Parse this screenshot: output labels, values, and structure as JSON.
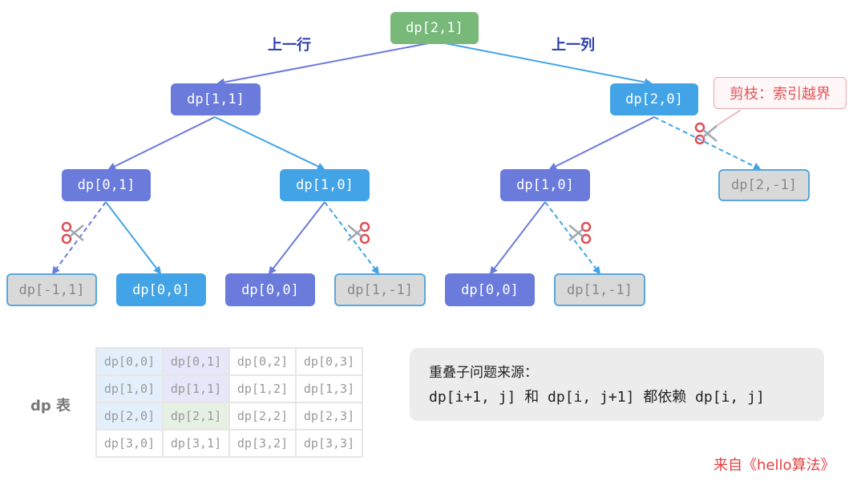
{
  "edge_labels": {
    "up_row": "上一行",
    "left_col": "上一列"
  },
  "nodes": {
    "root": "dp[2,1]",
    "l1a": "dp[1,1]",
    "l1b": "dp[2,0]",
    "l2a": "dp[0,1]",
    "l2b": "dp[1,0]",
    "l2c": "dp[1,0]",
    "l2d": "dp[2,-1]",
    "l3a": "dp[-1,1]",
    "l3b": "dp[0,0]",
    "l3c": "dp[0,0]",
    "l3d": "dp[1,-1]",
    "l3e": "dp[0,0]",
    "l3f": "dp[1,-1]"
  },
  "prune_label": "剪枝：索引越界",
  "table": {
    "label": "dp 表",
    "rows": [
      [
        "dp[0,0]",
        "dp[0,1]",
        "dp[0,2]",
        "dp[0,3]"
      ],
      [
        "dp[1,0]",
        "dp[1,1]",
        "dp[1,2]",
        "dp[1,3]"
      ],
      [
        "dp[2,0]",
        "dp[2,1]",
        "dp[2,2]",
        "dp[2,3]"
      ],
      [
        "dp[3,0]",
        "dp[3,1]",
        "dp[3,2]",
        "dp[3,3]"
      ]
    ]
  },
  "source_note": {
    "title": "重叠子问题来源：",
    "text": "dp[i+1, j] 和 dp[i, j+1] 都依赖 dp[i, j]"
  },
  "credit": "来自《hello算法》",
  "colors": {
    "root": "#78b97a",
    "purple": "#6a7bdc",
    "blue": "#42a4e6",
    "pruned": "#d9d9d9",
    "prune_text": "#e0555a"
  }
}
